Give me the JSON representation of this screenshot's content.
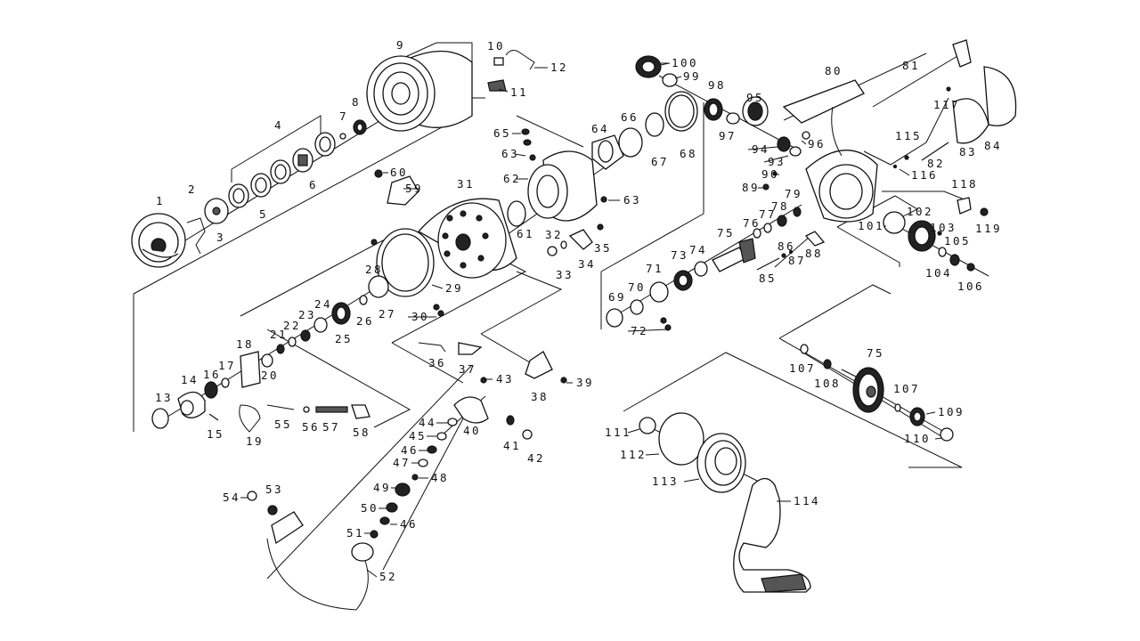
{
  "diagram": {
    "title": "Spinning reel exploded parts diagram",
    "background": "#ffffff",
    "ink": "#111111",
    "labels": {
      "p1": "1",
      "p2": "2",
      "p3": "3",
      "p4": "4",
      "p5": "5",
      "p6": "6",
      "p7": "7",
      "p8": "8",
      "p9": "9",
      "p10": "10",
      "p11": "11",
      "p12": "12",
      "p13": "13",
      "p14": "14",
      "p15": "15",
      "p16": "16",
      "p17": "17",
      "p18": "18",
      "p19": "19",
      "p20": "20",
      "p21": "21",
      "p22": "22",
      "p23": "23",
      "p24": "24",
      "p25": "25",
      "p26": "26",
      "p27": "27",
      "p28": "28",
      "p29": "29",
      "p30": "30",
      "p31": "31",
      "p32": "32",
      "p33": "33",
      "p34": "34",
      "p35": "35",
      "p36": "36",
      "p37": "37",
      "p38": "38",
      "p39": "39",
      "p40": "40",
      "p41": "41",
      "p42": "42",
      "p43": "43",
      "p44": "44",
      "p45": "45",
      "p46a": "46",
      "p46b": "46",
      "p47": "47",
      "p48": "48",
      "p49": "49",
      "p50": "50",
      "p51": "51",
      "p52": "52",
      "p53": "53",
      "p54": "54",
      "p55": "55",
      "p56": "56",
      "p57": "57",
      "p58": "58",
      "p59": "59",
      "p60": "60",
      "p61": "61",
      "p62": "62",
      "p63a": "63",
      "p63b": "63",
      "p64": "64",
      "p65": "65",
      "p66": "66",
      "p67": "67",
      "p68": "68",
      "p69": "69",
      "p70": "70",
      "p71": "71",
      "p72": "72",
      "p73": "73",
      "p74": "74",
      "p75a": "75",
      "p75b": "75",
      "p76": "76",
      "p77": "77",
      "p78": "78",
      "p79": "79",
      "p80": "80",
      "p81": "81",
      "p82": "82",
      "p83": "83",
      "p84": "84",
      "p85": "85",
      "p86": "86",
      "p87": "87",
      "p88": "88",
      "p89": "89",
      "p90": "90",
      "p93": "93",
      "p94": "94",
      "p95": "95",
      "p96": "96",
      "p97": "97",
      "p98": "98",
      "p99": "99",
      "p100": "100",
      "p101": "101",
      "p102": "102",
      "p103": "103",
      "p104": "104",
      "p105": "105",
      "p106": "106",
      "p107a": "107",
      "p107b": "107",
      "p108": "108",
      "p109": "109",
      "p110": "110",
      "p111": "111",
      "p112": "112",
      "p113": "113",
      "p114": "114",
      "p115": "115",
      "p116": "116",
      "p117": "117",
      "p118": "118",
      "p119": "119"
    }
  }
}
